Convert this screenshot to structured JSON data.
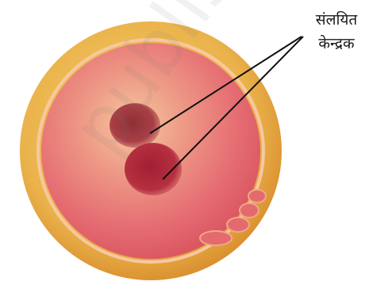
{
  "diagram": {
    "label_line1": "संलयित",
    "label_line2": "केन्द्रक",
    "watermark": "published",
    "colors": {
      "outer_ring": "#e9b24a",
      "cytoplasm": "#e86a72",
      "nucleus_upper": "#a13a3e",
      "nucleus_lower": "#b3283a",
      "pointer_line": "#111111"
    }
  }
}
